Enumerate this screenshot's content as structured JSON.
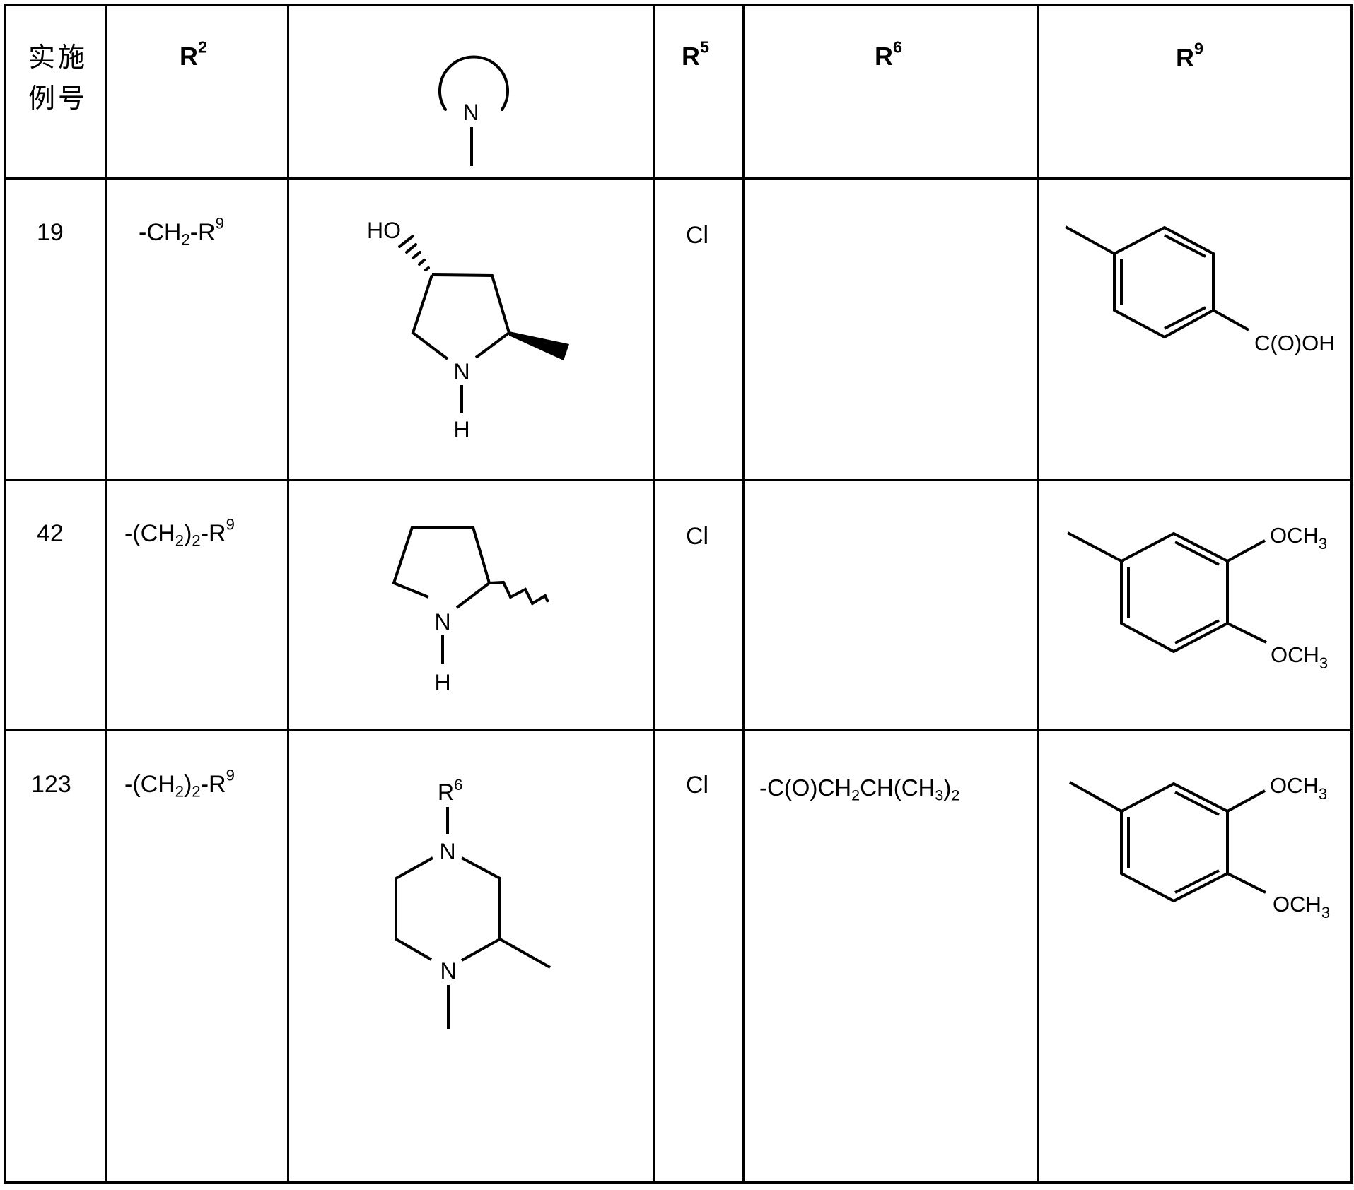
{
  "table": {
    "headers": {
      "example_no": [
        "实施",
        "例号"
      ],
      "r2": {
        "base": "R",
        "sup": "2"
      },
      "ring": {
        "icon": "n-heterocycle-ring-icon",
        "atom": "N"
      },
      "r5": {
        "base": "R",
        "sup": "5"
      },
      "r6": {
        "base": "R",
        "sup": "6"
      },
      "r9": {
        "base": "R",
        "sup": "9"
      }
    },
    "rows": [
      {
        "example_no": "19",
        "r2": {
          "prefix": "-CH",
          "sub": "2",
          "mid": "-R",
          "sup": "9"
        },
        "ring": {
          "name": "(3R,5S)-5-methylpyrrolidin-3-ol",
          "labels": {
            "oh": "HO",
            "n": "N",
            "h": "H"
          }
        },
        "r5": "Cl",
        "r6": "",
        "r9": {
          "name": "4-carboxyphenyl",
          "labels": {
            "sub1": "C(O)OH"
          }
        }
      },
      {
        "example_no": "42",
        "r2": {
          "prefix": "-(CH",
          "sub": "2",
          "mid": ")",
          "sub2": "2",
          "mid2": "-R",
          "sup": "9"
        },
        "ring": {
          "name": "2-methylpyrrolidine",
          "labels": {
            "n": "N",
            "h": "H"
          }
        },
        "r5": "Cl",
        "r6": "",
        "r9": {
          "name": "3,4-dimethoxyphenyl",
          "labels": {
            "sub1": "OCH",
            "sub1_sub": "3",
            "sub2": "OCH",
            "sub2_sub": "3"
          }
        }
      },
      {
        "example_no": "123",
        "r2": {
          "prefix": "-(CH",
          "sub": "2",
          "mid": ")",
          "sub2": "2",
          "mid2": "-R",
          "sup": "9"
        },
        "ring": {
          "name": "4-R6-2-methylpiperazine",
          "labels": {
            "r": "R",
            "r_sup": "6",
            "n1": "N",
            "n2": "N"
          }
        },
        "r5": "Cl",
        "r6": {
          "p1": "-C(O)CH",
          "s1": "2",
          "p2": "CH(CH",
          "s2": "3",
          "p3": ")",
          "s3": "2"
        },
        "r9": {
          "name": "3,4-dimethoxyphenyl",
          "labels": {
            "sub1": "OCH",
            "sub1_sub": "3",
            "sub2": "OCH",
            "sub2_sub": "3"
          }
        }
      }
    ]
  }
}
